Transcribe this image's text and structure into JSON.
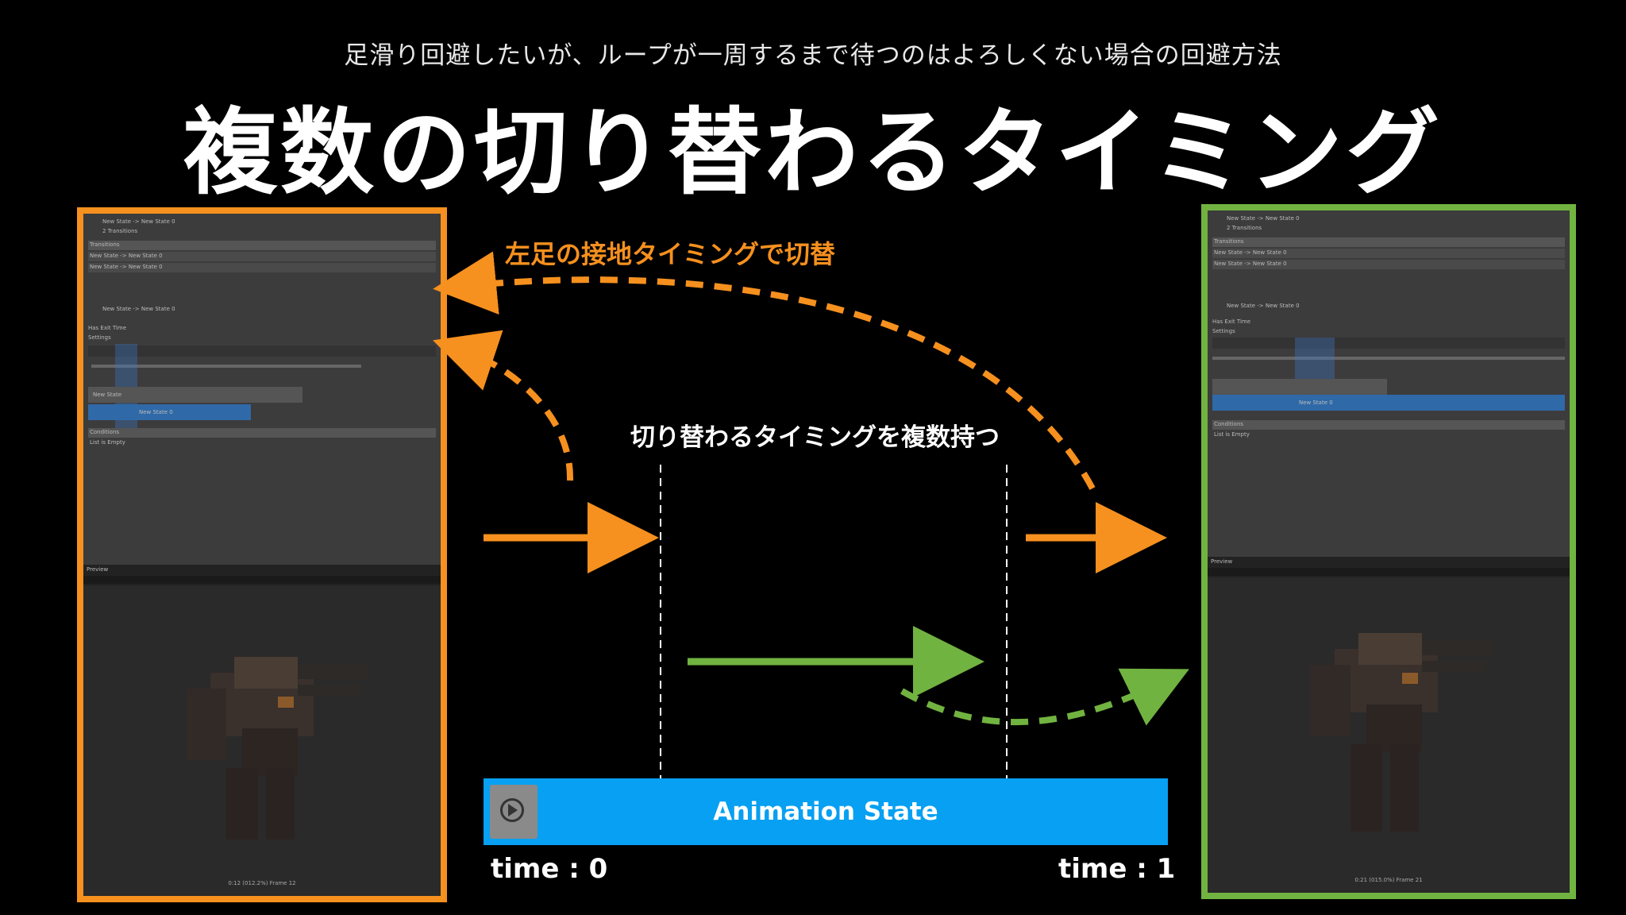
{
  "subtitle": "足滑り回避したいが、ループが一周するまで待つのはよろしくない場合の回避方法",
  "title": "複数の切り替わるタイミング",
  "left_label": "左足の接地タイミングで切替",
  "center_label": "切り替わるタイミングを複数持つ",
  "state_bar": {
    "label": "Animation State",
    "icon": "play-icon"
  },
  "time_start": "time : 0",
  "time_end": "time : 1",
  "colors": {
    "orange": "#f6901e",
    "green": "#71b340",
    "blue": "#07a0f2",
    "background": "#000000"
  },
  "left_panel": {
    "header": "New State -> New State 0",
    "transitions_count": "2 Transitions",
    "transitions_title": "Transitions",
    "transition_1": "New State -> New State 0",
    "transition_2": "New State -> New State 0",
    "detail_header": "New State -> New State 0",
    "has_exit_time": "Has Exit Time",
    "settings": "Settings",
    "timeline_state_a": "New State",
    "timeline_state_b": "New State 0",
    "conditions": "Conditions",
    "list_empty": "List is Empty",
    "preview": "Preview",
    "frame_readout": "0:12 (012.2%) Frame 12"
  },
  "right_panel": {
    "header": "New State -> New State 0",
    "transitions_count": "2 Transitions",
    "transitions_title": "Transitions",
    "transition_1": "New State -> New State 0",
    "transition_2": "New State -> New State 0",
    "detail_header": "New State -> New State 0",
    "has_exit_time": "Has Exit Time",
    "settings": "Settings",
    "timeline_state_b": "New State 0",
    "conditions": "Conditions",
    "list_empty": "List is Empty",
    "preview": "Preview",
    "frame_readout": "0:21 (015.0%) Frame 21"
  }
}
